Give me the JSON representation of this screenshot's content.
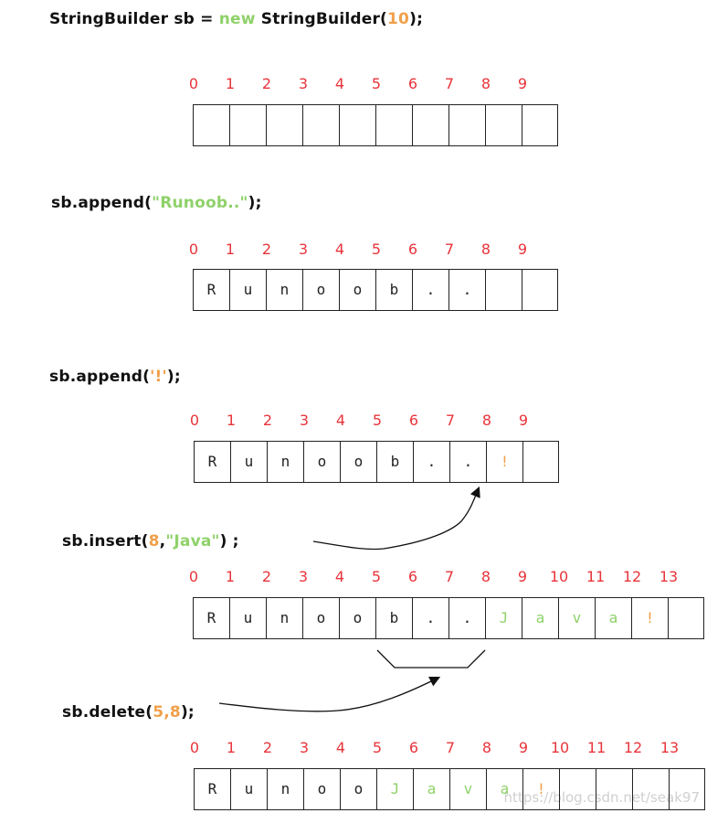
{
  "statements": [
    {
      "id": "new",
      "tokens": [
        {
          "t": "StringBuilder sb = ",
          "c": ""
        },
        {
          "t": "new",
          "c": "kw"
        },
        {
          "t": " StringBuilder(",
          "c": ""
        },
        {
          "t": "10",
          "c": "num"
        },
        {
          "t": ");",
          "c": ""
        }
      ]
    },
    {
      "id": "append1",
      "tokens": [
        {
          "t": "sb.append(",
          "c": ""
        },
        {
          "t": "\"Runoob..\"",
          "c": "str"
        },
        {
          "t": ");",
          "c": ""
        }
      ]
    },
    {
      "id": "append2",
      "tokens": [
        {
          "t": "sb.append(",
          "c": ""
        },
        {
          "t": "'!'",
          "c": "num"
        },
        {
          "t": ");",
          "c": ""
        }
      ]
    },
    {
      "id": "insert",
      "tokens": [
        {
          "t": "sb.insert(",
          "c": ""
        },
        {
          "t": "8",
          "c": "num"
        },
        {
          "t": ",",
          "c": ""
        },
        {
          "t": "\"Java\"",
          "c": "str"
        },
        {
          "t": ") ;",
          "c": ""
        }
      ]
    },
    {
      "id": "delete",
      "tokens": [
        {
          "t": "sb.delete(",
          "c": ""
        },
        {
          "t": "5,8",
          "c": "num"
        },
        {
          "t": ");",
          "c": ""
        }
      ]
    }
  ],
  "arrays": [
    {
      "id": "initial",
      "indices": [
        "0",
        "1",
        "2",
        "3",
        "4",
        "5",
        "6",
        "7",
        "8",
        "9"
      ],
      "cells": [
        {
          "v": "",
          "c": ""
        },
        {
          "v": "",
          "c": ""
        },
        {
          "v": "",
          "c": ""
        },
        {
          "v": "",
          "c": ""
        },
        {
          "v": "",
          "c": ""
        },
        {
          "v": "",
          "c": ""
        },
        {
          "v": "",
          "c": ""
        },
        {
          "v": "",
          "c": ""
        },
        {
          "v": "",
          "c": ""
        },
        {
          "v": "",
          "c": ""
        }
      ]
    },
    {
      "id": "after-append-runoob",
      "indices": [
        "0",
        "1",
        "2",
        "3",
        "4",
        "5",
        "6",
        "7",
        "8",
        "9"
      ],
      "cells": [
        {
          "v": "R",
          "c": ""
        },
        {
          "v": "u",
          "c": ""
        },
        {
          "v": "n",
          "c": ""
        },
        {
          "v": "o",
          "c": ""
        },
        {
          "v": "o",
          "c": ""
        },
        {
          "v": "b",
          "c": ""
        },
        {
          "v": ".",
          "c": ""
        },
        {
          "v": ".",
          "c": ""
        },
        {
          "v": "",
          "c": ""
        },
        {
          "v": "",
          "c": ""
        }
      ]
    },
    {
      "id": "after-append-bang",
      "indices": [
        "0",
        "1",
        "2",
        "3",
        "4",
        "5",
        "6",
        "7",
        "8",
        "9"
      ],
      "cells": [
        {
          "v": "R",
          "c": ""
        },
        {
          "v": "u",
          "c": ""
        },
        {
          "v": "n",
          "c": ""
        },
        {
          "v": "o",
          "c": ""
        },
        {
          "v": "o",
          "c": ""
        },
        {
          "v": "b",
          "c": ""
        },
        {
          "v": ".",
          "c": ""
        },
        {
          "v": ".",
          "c": ""
        },
        {
          "v": "!",
          "c": "c-orange"
        },
        {
          "v": "",
          "c": ""
        }
      ]
    },
    {
      "id": "after-insert-java",
      "indices": [
        "0",
        "1",
        "2",
        "3",
        "4",
        "5",
        "6",
        "7",
        "8",
        "9",
        "10",
        "11",
        "12",
        "13"
      ],
      "cells": [
        {
          "v": "R",
          "c": ""
        },
        {
          "v": "u",
          "c": ""
        },
        {
          "v": "n",
          "c": ""
        },
        {
          "v": "o",
          "c": ""
        },
        {
          "v": "o",
          "c": ""
        },
        {
          "v": "b",
          "c": ""
        },
        {
          "v": ".",
          "c": ""
        },
        {
          "v": ".",
          "c": ""
        },
        {
          "v": "J",
          "c": "c-green"
        },
        {
          "v": "a",
          "c": "c-green"
        },
        {
          "v": "v",
          "c": "c-green"
        },
        {
          "v": "a",
          "c": "c-green"
        },
        {
          "v": "!",
          "c": "c-orange"
        },
        {
          "v": "",
          "c": ""
        }
      ]
    },
    {
      "id": "after-delete",
      "indices": [
        "0",
        "1",
        "2",
        "3",
        "4",
        "5",
        "6",
        "7",
        "8",
        "9",
        "10",
        "11",
        "12",
        "13"
      ],
      "cells": [
        {
          "v": "R",
          "c": ""
        },
        {
          "v": "u",
          "c": ""
        },
        {
          "v": "n",
          "c": ""
        },
        {
          "v": "o",
          "c": ""
        },
        {
          "v": "o",
          "c": ""
        },
        {
          "v": "J",
          "c": "c-green"
        },
        {
          "v": "a",
          "c": "c-green"
        },
        {
          "v": "v",
          "c": "c-green"
        },
        {
          "v": "a",
          "c": "c-green"
        },
        {
          "v": "!",
          "c": "c-orange"
        },
        {
          "v": "",
          "c": ""
        },
        {
          "v": "",
          "c": ""
        },
        {
          "v": "",
          "c": ""
        },
        {
          "v": "",
          "c": ""
        }
      ]
    }
  ],
  "watermark": "https://blog.csdn.net/seak97",
  "colors": {
    "keyword": "#8fd16a",
    "number": "#f0a04b",
    "index": "#e8343b",
    "border": "#222222"
  }
}
